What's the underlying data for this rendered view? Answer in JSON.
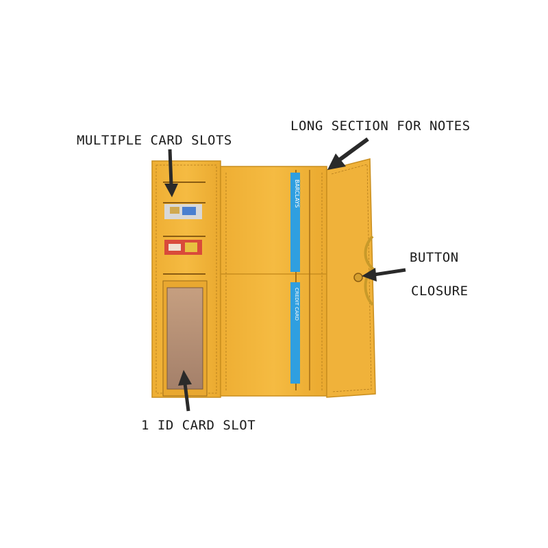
{
  "labels": {
    "card_slots": "MULTIPLE CARD SLOTS",
    "notes": "LONG SECTION FOR NOTES",
    "button": "BUTTON",
    "closure": "CLOSURE",
    "id_slot": "1 ID CARD SLOT"
  },
  "card_text": {
    "barclays": "BARCLAYS",
    "credit": "CREDIT CARD"
  },
  "colors": {
    "leather": "#f2b53a",
    "leather_shadow": "#d99a22",
    "stitch": "#b07a1c",
    "card_blue": "#2f9fe0",
    "arrow": "#2a2a2a",
    "window": "#c49a78",
    "gold_chain": "#c89a2a"
  },
  "icons": [
    "arrow-icon",
    "button-closure-icon"
  ]
}
